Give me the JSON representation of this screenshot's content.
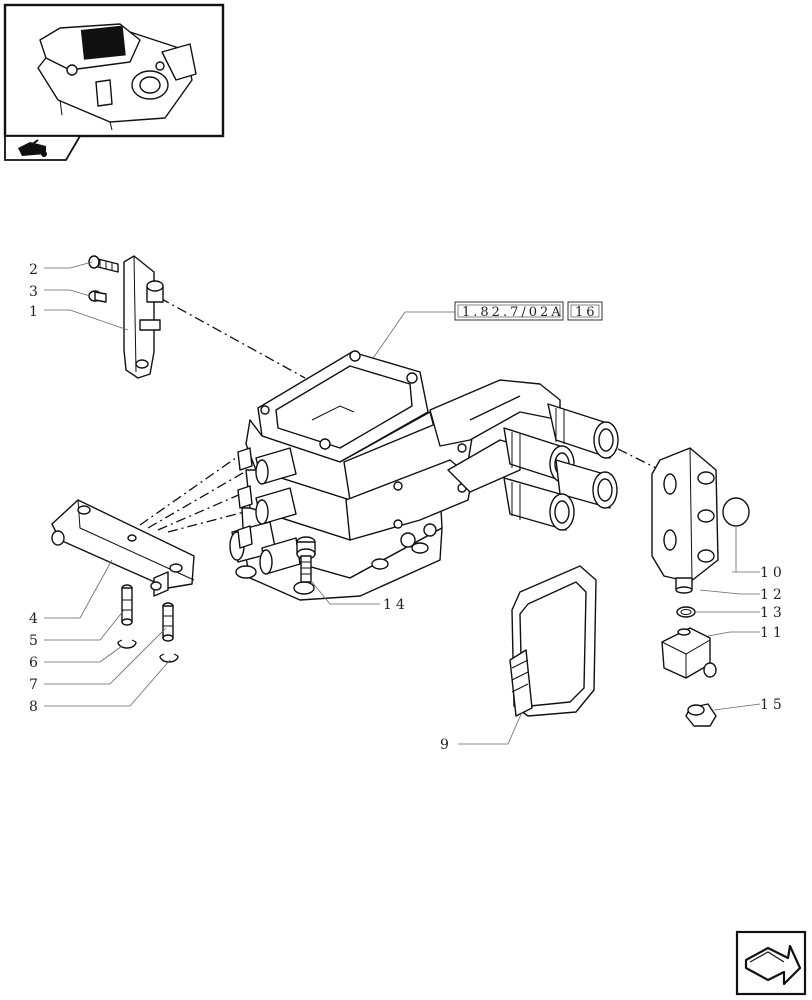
{
  "reference_box": {
    "code": "1.82.7/02A",
    "page": "16"
  },
  "callouts": [
    {
      "id": "1",
      "label": "1"
    },
    {
      "id": "2",
      "label": "2"
    },
    {
      "id": "3",
      "label": "3"
    },
    {
      "id": "4",
      "label": "4"
    },
    {
      "id": "5",
      "label": "5"
    },
    {
      "id": "6",
      "label": "6"
    },
    {
      "id": "7",
      "label": "7"
    },
    {
      "id": "8",
      "label": "8"
    },
    {
      "id": "9",
      "label": "9"
    },
    {
      "id": "10",
      "label": "10"
    },
    {
      "id": "11",
      "label": "11"
    },
    {
      "id": "12",
      "label": "12"
    },
    {
      "id": "13",
      "label": "13"
    },
    {
      "id": "14",
      "label": "14"
    },
    {
      "id": "15",
      "label": "15"
    }
  ],
  "icons": {
    "thumbnail": "valve-assembly-thumbnail-icon",
    "section_tab": "tractor-section-icon",
    "next_page": "next-page-arrow-icon"
  }
}
